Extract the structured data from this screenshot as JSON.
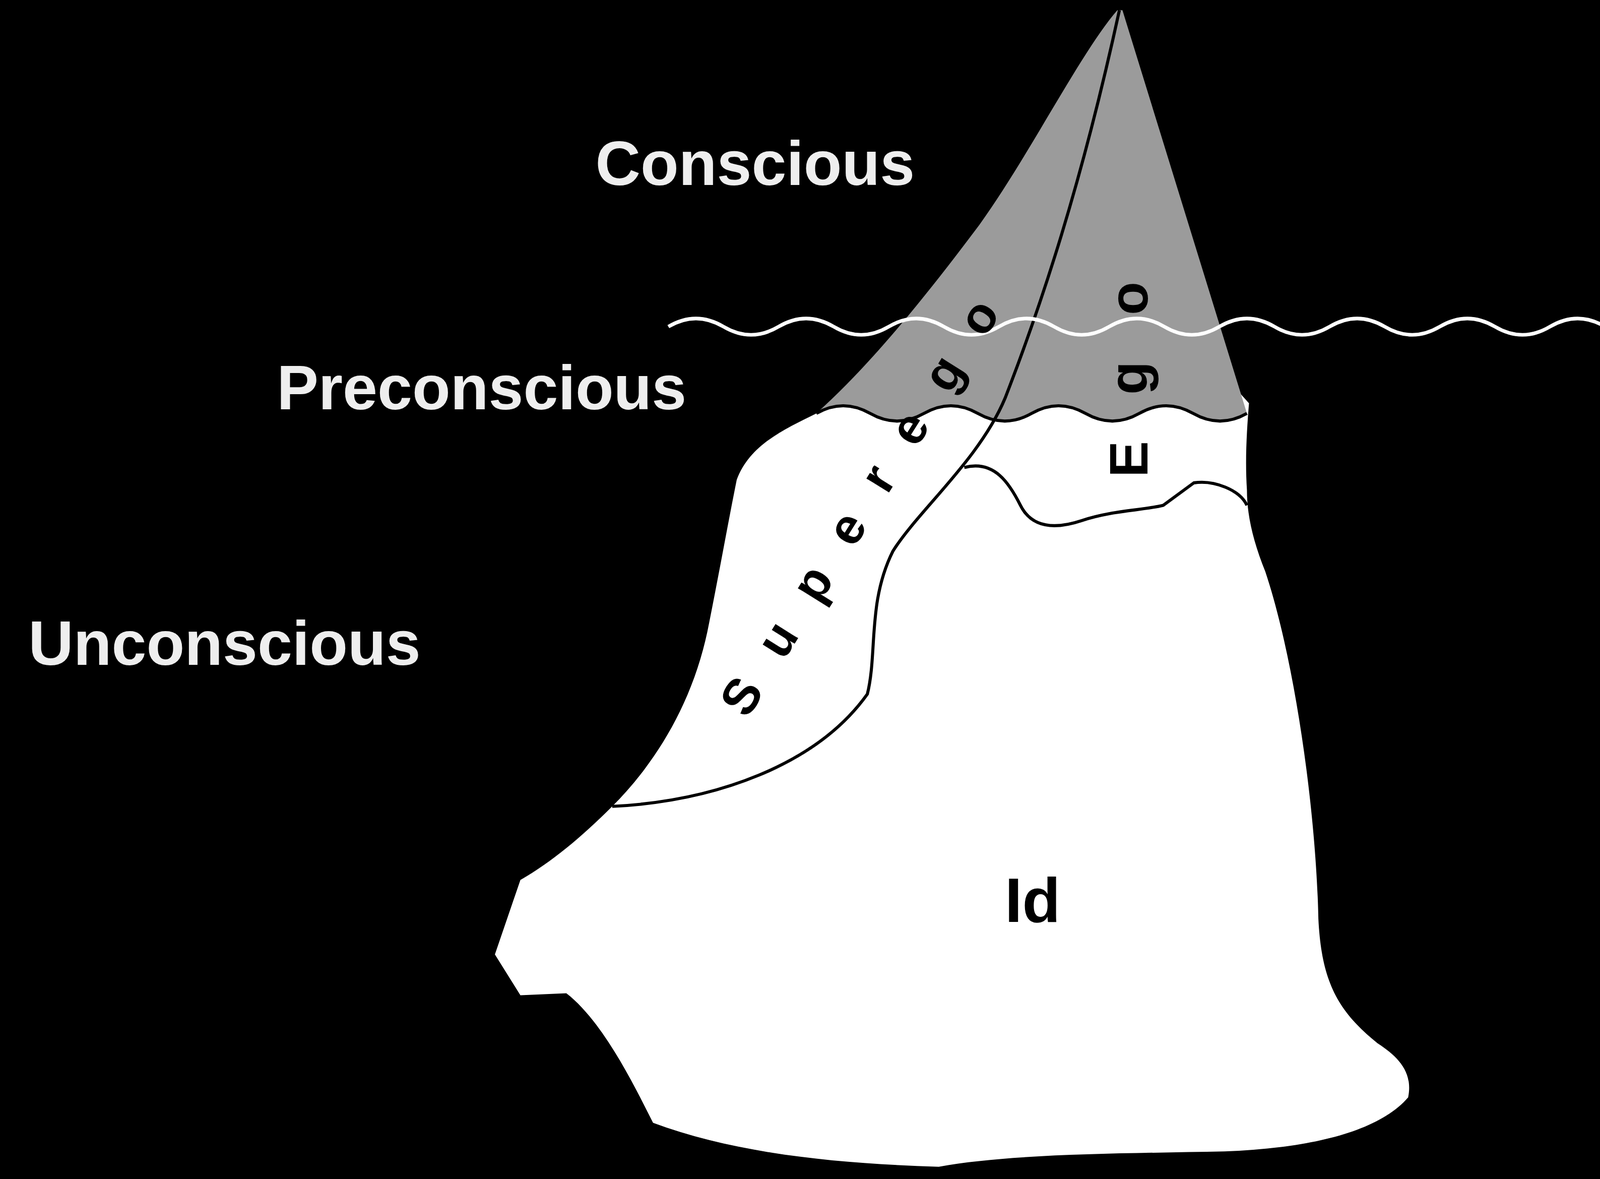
{
  "diagram": {
    "labels": [
      "Conscious",
      "Preconscious",
      "Unconscious",
      "Superego",
      "Ego",
      "Id"
    ]
  }
}
